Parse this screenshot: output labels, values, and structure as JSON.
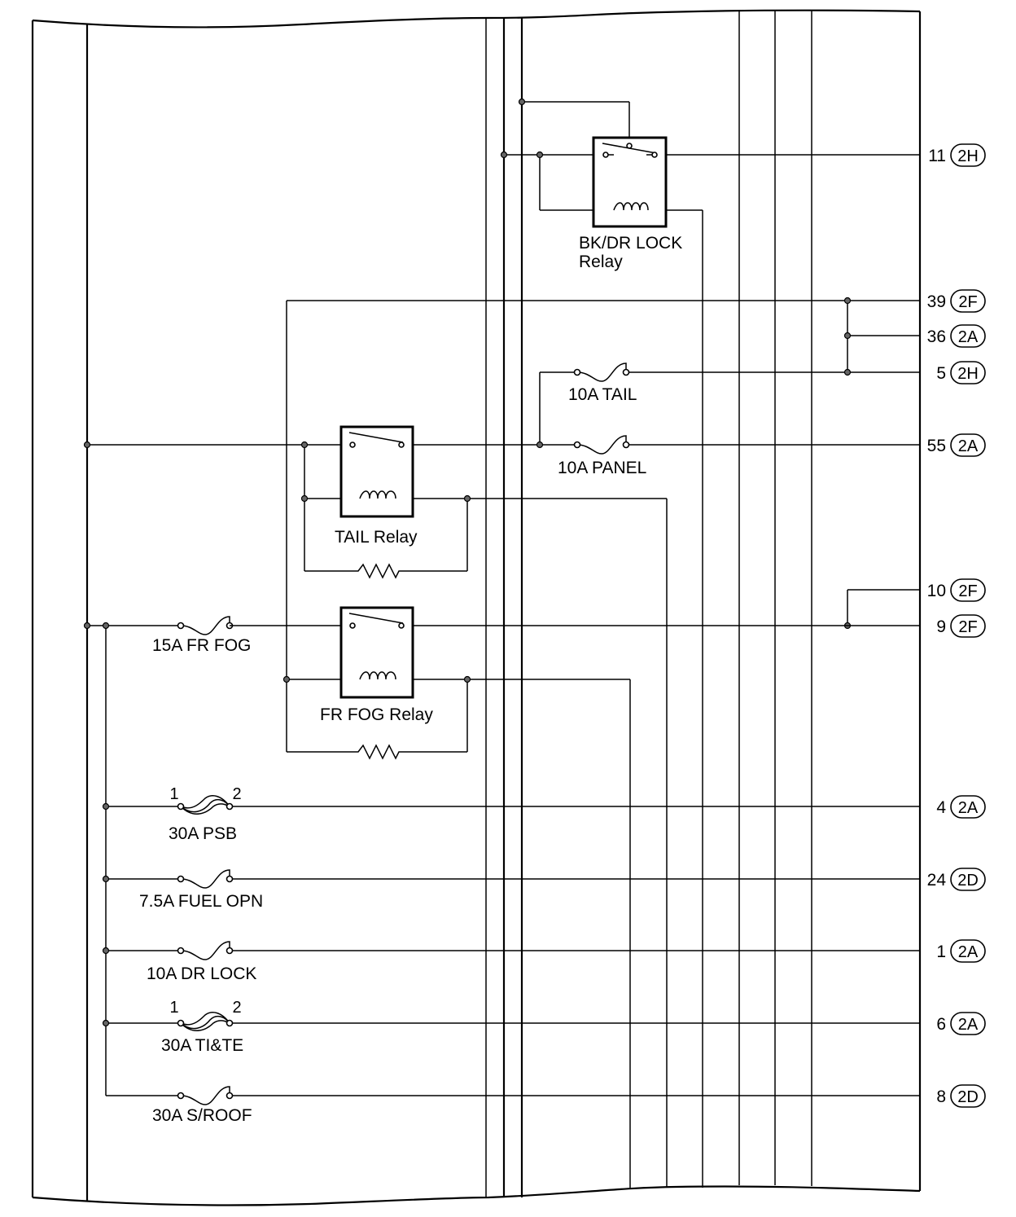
{
  "relays": {
    "bkdr_lock": {
      "line1": "BK/DR LOCK",
      "line2": "Relay"
    },
    "tail": {
      "label": "TAIL Relay"
    },
    "fr_fog": {
      "label": "FR FOG Relay"
    }
  },
  "fuses": {
    "tail": "10A TAIL",
    "panel": "10A PANEL",
    "fr_fog": "15A FR FOG",
    "psb": "30A PSB",
    "fuel_opn": "7.5A FUEL OPN",
    "dr_lock": "10A DR LOCK",
    "tite": "30A TI&TE",
    "sroof": "30A S/ROOF"
  },
  "terminal_labels": {
    "one": "1",
    "two": "2"
  },
  "connectors": [
    {
      "pin": "11",
      "conn": "2H"
    },
    {
      "pin": "39",
      "conn": "2F"
    },
    {
      "pin": "36",
      "conn": "2A"
    },
    {
      "pin": "5",
      "conn": "2H"
    },
    {
      "pin": "55",
      "conn": "2A"
    },
    {
      "pin": "10",
      "conn": "2F"
    },
    {
      "pin": "9",
      "conn": "2F"
    },
    {
      "pin": "4",
      "conn": "2A"
    },
    {
      "pin": "24",
      "conn": "2D"
    },
    {
      "pin": "1",
      "conn": "2A"
    },
    {
      "pin": "6",
      "conn": "2A"
    },
    {
      "pin": "8",
      "conn": "2D"
    }
  ]
}
